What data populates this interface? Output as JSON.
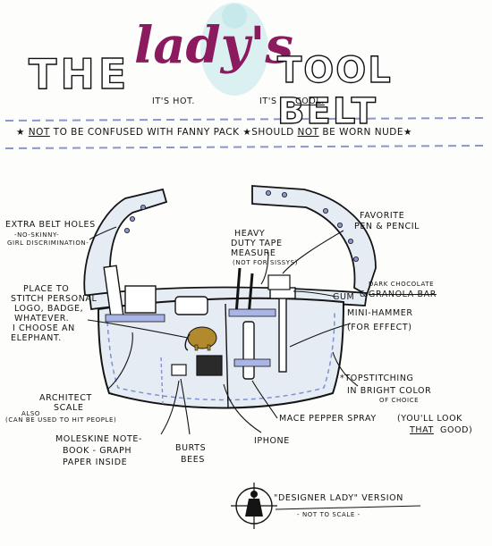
{
  "title": {
    "word_the": "THE",
    "word_lady": "lady's",
    "word_tool_belt": "TOOL BELT",
    "tagline_hot": "IT'S HOT.",
    "tagline_cool_prefix": "IT'S",
    "tagline_cool_word": "COOL.",
    "disclaimer_star": "★",
    "disclaimer_not": "NOT",
    "disclaimer_mid": "TO BE CONFUSED WITH FANNY PACK",
    "disclaimer_should": "★SHOULD",
    "disclaimer_not2": "NOT",
    "disclaimer_end": "BE WORN NUDE★"
  },
  "labels": {
    "extra_holes_line1": "EXTRA BELT HOLES",
    "extra_holes_line2": "-NO-SKINNY-",
    "extra_holes_line3": "GIRL DISCRIMINATION-",
    "tape_line1": "HEAVY",
    "tape_line2": "DUTY TAPE",
    "tape_line3": "MEASURE",
    "tape_line4": "(NOT FOR SISSYS)",
    "pen_line1": "FAVORITE",
    "pen_line2": "PEN & PENCIL",
    "logo_line1": "PLACE TO",
    "logo_line2": "STITCH PERSONAL",
    "logo_line3": "LOGO, BADGE,",
    "logo_line4": "WHATEVER.",
    "logo_line5": "I CHOOSE AN",
    "logo_line6": "ELEPHANT.",
    "gum_word": "GUM",
    "gum_amp": "&",
    "gum_dark": "DARK CHOCOLATE",
    "gum_granola": "GRANOLA BAR",
    "hammer_line1": "MINI-HAMMER",
    "hammer_line2": "(FOR EFFECT)",
    "topstitch_line1": "*TOPSTITCHING",
    "topstitch_line2": "IN BRIGHT COLOR",
    "topstitch_line3": "OF CHOICE",
    "scale_line1": "ARCHITECT",
    "scale_line2": "SCALE",
    "scale_also": "ALSO",
    "scale_line3": "(CAN BE USED TO HIT PEOPLE)",
    "mace_main": "MACE PEPPER SPRAY",
    "mace_paren1": "(YOU'LL LOOK",
    "mace_that": "THAT",
    "mace_good": "GOOD)",
    "iphone": "IPHONE",
    "moleskine_line1": "MOLESKINE NOTE-",
    "moleskine_line2": "BOOK - GRAPH",
    "moleskine_line3": "PAPER INSIDE",
    "burts_line1": "BURTS",
    "burts_line2": "BEES",
    "designer_line1": "\"DESIGNER LADY\" VERSION",
    "designer_line2": "- NOT TO SCALE -"
  },
  "colors": {
    "ink": "#141414",
    "lady_script": "#8b1a5e",
    "dashes": "#8a96cc",
    "belt_fill": "#e6ecf4",
    "topstitch": "#7f8fd6",
    "watercolor": "#bfe6e8",
    "elephant_patch": "#b08a2c"
  },
  "icons": {
    "elephant_patch": "elephant-icon",
    "lady_figure": "lady-figure-icon"
  }
}
